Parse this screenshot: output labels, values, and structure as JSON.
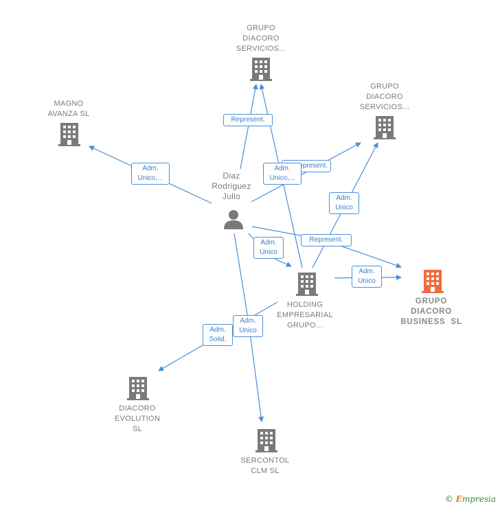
{
  "nodes": {
    "grupo_top": {
      "label": [
        "GRUPO",
        "DIACORO",
        "SERVICIOS..."
      ],
      "icon": "building-icon"
    },
    "grupo_right": {
      "label": [
        "GRUPO",
        "DIACORO",
        "SERVICIOS..."
      ],
      "icon": "building-icon"
    },
    "magno": {
      "label": [
        "MAGNO",
        "AVANZA SL"
      ],
      "icon": "building-icon"
    },
    "person": {
      "label": [
        "Diaz",
        "Rodriguez",
        "Julio"
      ],
      "icon": "person-icon"
    },
    "holding": {
      "label": [
        "HOLDING",
        "EMPRESARIAL",
        "GRUPO..."
      ],
      "icon": "building-icon"
    },
    "business": {
      "label": [
        "GRUPO",
        "DIACORO",
        "BUSINESS  SL"
      ],
      "icon": "building-icon",
      "color": "#f26a3c"
    },
    "evolution": {
      "label": [
        "DIACORO",
        "EVOLUTION",
        "SL"
      ],
      "icon": "building-icon"
    },
    "sercontol": {
      "label": [
        "SERCONTOL",
        "CLM SL"
      ],
      "icon": "building-icon"
    }
  },
  "badges": {
    "represent_top": [
      "Represent."
    ],
    "adm_magno": [
      "Adm.",
      "Unico,..."
    ],
    "adm_grupo_top": [
      "Adm.",
      "Unico,..."
    ],
    "represent_right": [
      "Represent."
    ],
    "adm_grupo_right": [
      "Adm.",
      "Unico"
    ],
    "adm_holding": [
      "Adm.",
      "Unico"
    ],
    "represent_business": [
      "Represent."
    ],
    "adm_business": [
      "Adm.",
      "Unico"
    ],
    "adm_solid": [
      "Adm.",
      "Solid."
    ],
    "adm_sercontol": [
      "Adm.",
      "Unico"
    ]
  },
  "colors": {
    "edge": "#4a8fd8",
    "building": "#7a7a7a",
    "highlight": "#f26a3c"
  },
  "credit": {
    "symbol": "©",
    "brand_first": "E",
    "brand_rest": "mpresia"
  }
}
